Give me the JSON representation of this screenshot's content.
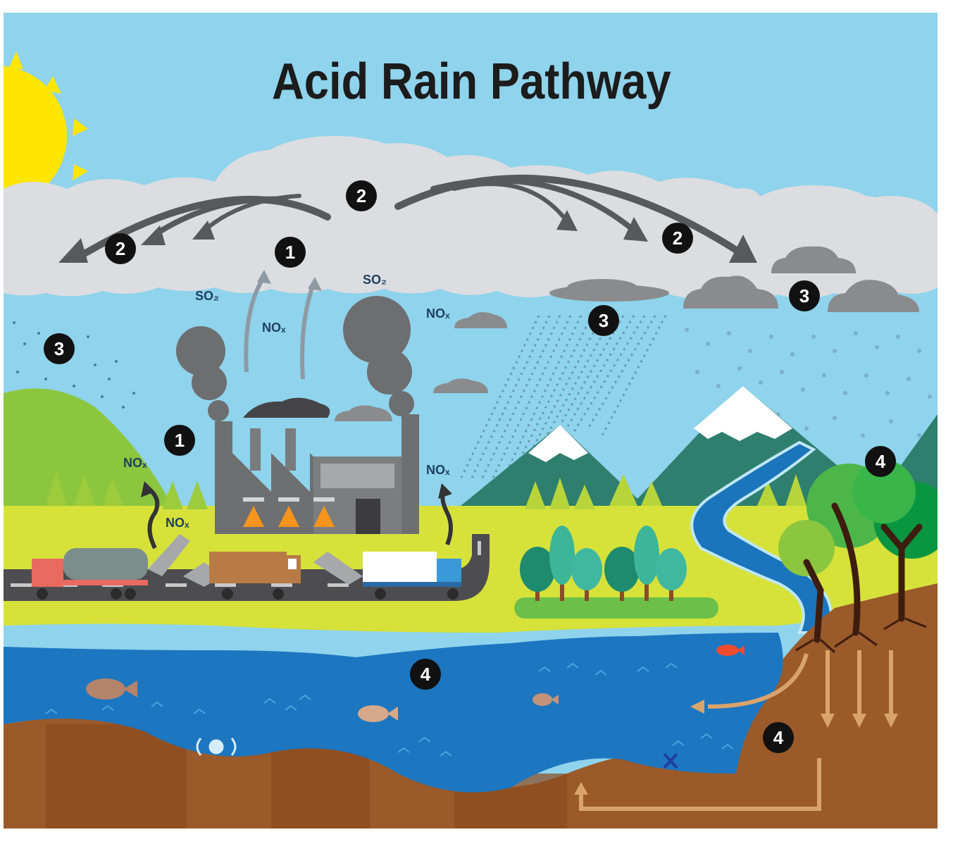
{
  "title": "Acid Rain Pathway",
  "colors": {
    "sky": "#8fd3ec",
    "cloud": "#dcdde0",
    "dark_cloud": "#8a8b8d",
    "sun": "#ffe600",
    "arrow": "#58595b",
    "smoke": "#6d6e70",
    "factory": "#6e6f71",
    "grass": "#d6e23a",
    "hill": "#8cc63f",
    "mountain": "#2e7f6e",
    "snow": "#ffffff",
    "river": "#1b75bc",
    "lake": "#1c76c0",
    "soil": "#8b4a1e",
    "soil_arrow": "#d9a46b",
    "road": "#4d4d4f",
    "badge": "#111111"
  },
  "labels": {
    "so2_left": "SO₂",
    "so2_right": "SO₂",
    "nox_center": "NOₓ",
    "nox_right_sky": "NOₓ",
    "nox_left_ground": "NOₓ",
    "nox_left_road": "NOₓ",
    "nox_right_road": "NOₓ"
  },
  "markers": [
    {
      "id": "m1a",
      "number": "1",
      "meaning": "emission"
    },
    {
      "id": "m1b",
      "number": "1",
      "meaning": "emission"
    },
    {
      "id": "m2a",
      "number": "2",
      "meaning": "transport"
    },
    {
      "id": "m2b",
      "number": "2",
      "meaning": "transport"
    },
    {
      "id": "m2c",
      "number": "2",
      "meaning": "transport"
    },
    {
      "id": "m3a",
      "number": "3",
      "meaning": "deposition"
    },
    {
      "id": "m3b",
      "number": "3",
      "meaning": "deposition"
    },
    {
      "id": "m3c",
      "number": "3",
      "meaning": "deposition"
    },
    {
      "id": "m4a",
      "number": "4",
      "meaning": "effects"
    },
    {
      "id": "m4b",
      "number": "4",
      "meaning": "effects"
    },
    {
      "id": "m4c",
      "number": "4",
      "meaning": "effects"
    }
  ]
}
